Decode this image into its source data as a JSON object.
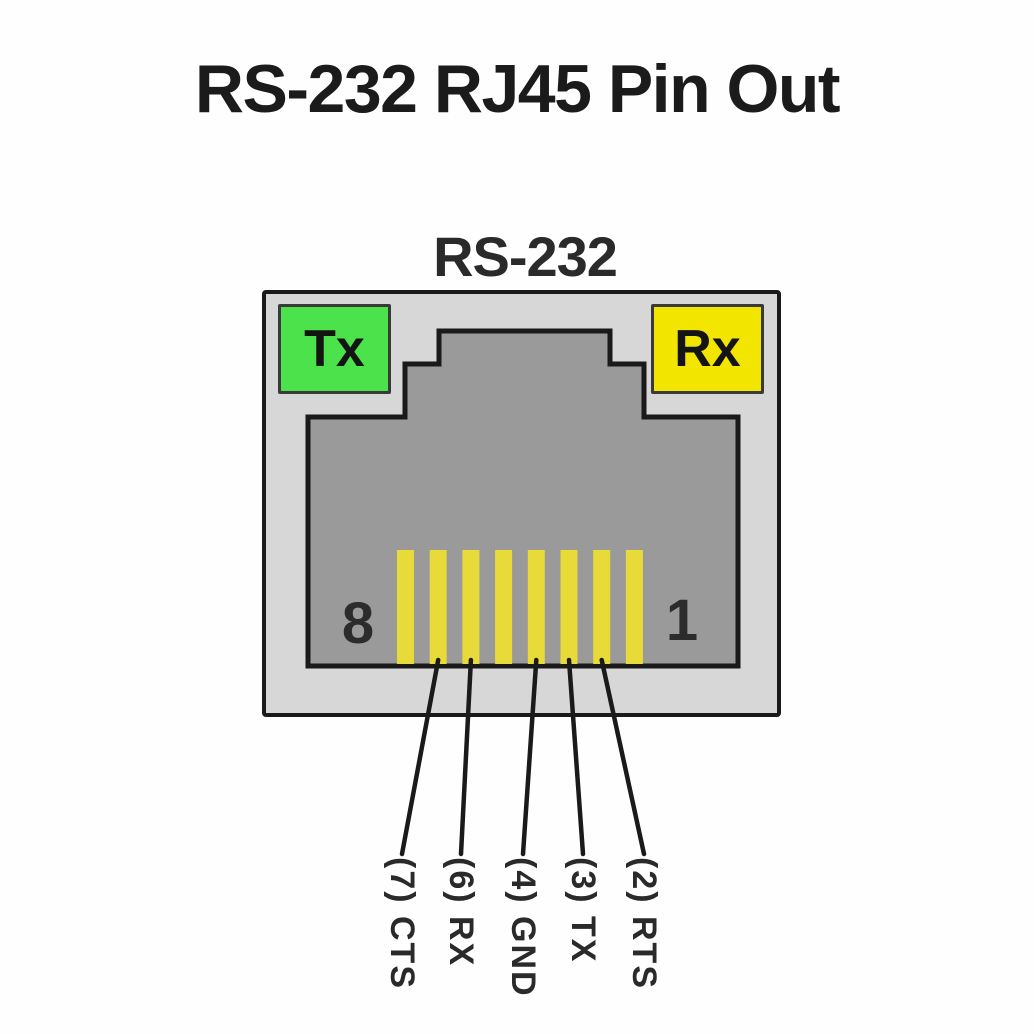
{
  "title": "RS-232 RJ45 Pin Out",
  "connector": {
    "label": "RS-232",
    "tx_badge": "Tx",
    "rx_badge": "Rx",
    "pin_left_number": "8",
    "pin_right_number": "1",
    "pin_count": 8,
    "colors": {
      "body": "#d7d7d7",
      "jack": "#9a9a9a",
      "pin": "#e8da38",
      "tx": "#4ce24c",
      "rx": "#f2e600",
      "outline": "#1a1a1a"
    }
  },
  "pinout": {
    "labels": [
      {
        "pin": 7,
        "signal": "CTS",
        "label": "(7) CTS"
      },
      {
        "pin": 6,
        "signal": "RX",
        "label": "(6) RX"
      },
      {
        "pin": 4,
        "signal": "GND",
        "label": "(4) GND"
      },
      {
        "pin": 3,
        "signal": "TX",
        "label": "(3) TX"
      },
      {
        "pin": 2,
        "signal": "RTS",
        "label": "(2) RTS"
      }
    ]
  }
}
